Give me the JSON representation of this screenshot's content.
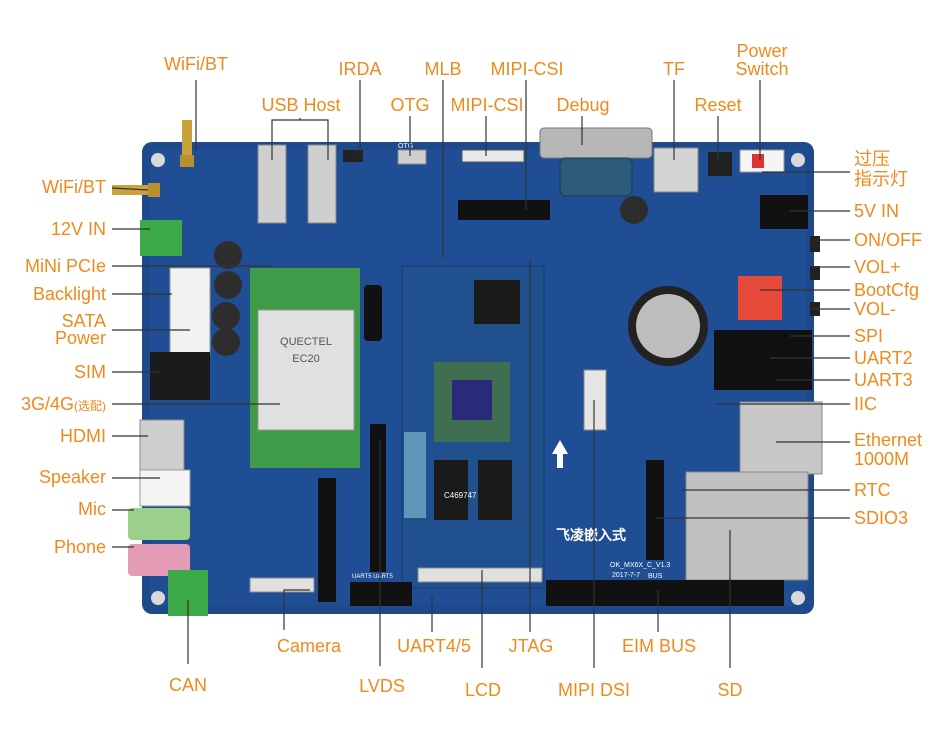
{
  "colors": {
    "label": "#ef8a1d",
    "board": "#1e4a8c",
    "board_dark": "#163a73",
    "leader": "#333333"
  },
  "labels": {
    "wifi_bt_top": "WiFi/BT",
    "usb_host": "USB Host",
    "irda": "IRDA",
    "otg": "OTG",
    "mlb": "MLB",
    "mipi_csi_top": "MIPI-CSI",
    "mipi_csi_second": "MIPI-CSI",
    "debug": "Debug",
    "tf": "TF",
    "reset": "Reset",
    "power_switch_line1": "Power",
    "power_switch_line2": "Switch",
    "overvoltage_line1": "过压",
    "overvoltage_line2": "指示灯",
    "wifi_bt_left": "WiFi/BT",
    "in_12v": "12V IN",
    "mini_pcie": "MiNi PCIe",
    "backlight": "Backlight",
    "sata_power_line1": "SATA",
    "sata_power_line2": "Power",
    "sim": "SIM",
    "g3g4": "3G/4G",
    "g3g4_note": "(选配)",
    "hdmi": "HDMI",
    "speaker": "Speaker",
    "mic": "Mic",
    "phone": "Phone",
    "can": "CAN",
    "camera": "Camera",
    "lvds": "LVDS",
    "uart45": "UART4/5",
    "lcd": "LCD",
    "jtag": "JTAG",
    "mipi_dsi": "MIPI DSI",
    "eim_bus": "EIM BUS",
    "sd": "SD",
    "in_5v": "5V IN",
    "on_off": "ON/OFF",
    "vol_plus": "VOL+",
    "bootcfg": "BootCfg",
    "vol_minus": "VOL-",
    "spi": "SPI",
    "uart2": "UART2",
    "uart3": "UART3",
    "iic": "IIC",
    "ethernet_line1": "Ethernet",
    "ethernet_line2": "1000M",
    "rtc": "RTC",
    "sdio3": "SDIO3"
  },
  "board_text": {
    "brand": "飞凌嵌入式",
    "model": "OK_MX6X_C_V1.3",
    "date": "2017-7-7",
    "som_id": "C469747",
    "uart_silk": "UART5 UART5",
    "bus_silk": "BUS",
    "otg_silk": "OTG",
    "module_logo": "QUECTEL",
    "module_model": "EC20"
  },
  "icons": [
    "antenna-icon",
    "arrow-up-icon",
    "coin-cell-icon"
  ]
}
